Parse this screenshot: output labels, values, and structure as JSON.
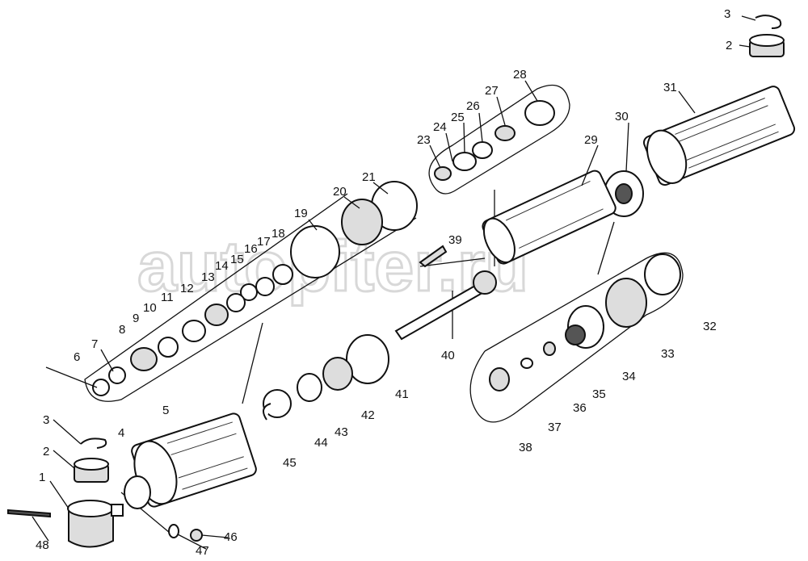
{
  "watermark": "autopiter.ru",
  "labels": {
    "p1": "1",
    "p2": "2",
    "p2_top": "2",
    "p3": "3",
    "p3_top": "3",
    "p4": "4",
    "p5": "5",
    "p6": "6",
    "p7": "7",
    "p8": "8",
    "p9": "9",
    "p10": "10",
    "p11": "11",
    "p12": "12",
    "p13": "13",
    "p14": "14",
    "p15": "15",
    "p16": "16",
    "p17": "17",
    "p18": "18",
    "p19": "19",
    "p20": "20",
    "p21": "21",
    "p23": "23",
    "p24": "24",
    "p25": "25",
    "p26": "26",
    "p27": "27",
    "p28": "28",
    "p29": "29",
    "p30": "30",
    "p31": "31",
    "p32": "32",
    "p33": "33",
    "p34": "34",
    "p35": "35",
    "p36": "36",
    "p37": "37",
    "p38": "38",
    "p39": "39",
    "p40": "40",
    "p41": "41",
    "p42": "42",
    "p43": "43",
    "p44": "44",
    "p45": "45",
    "p46": "46",
    "p47": "47",
    "p48": "48"
  }
}
